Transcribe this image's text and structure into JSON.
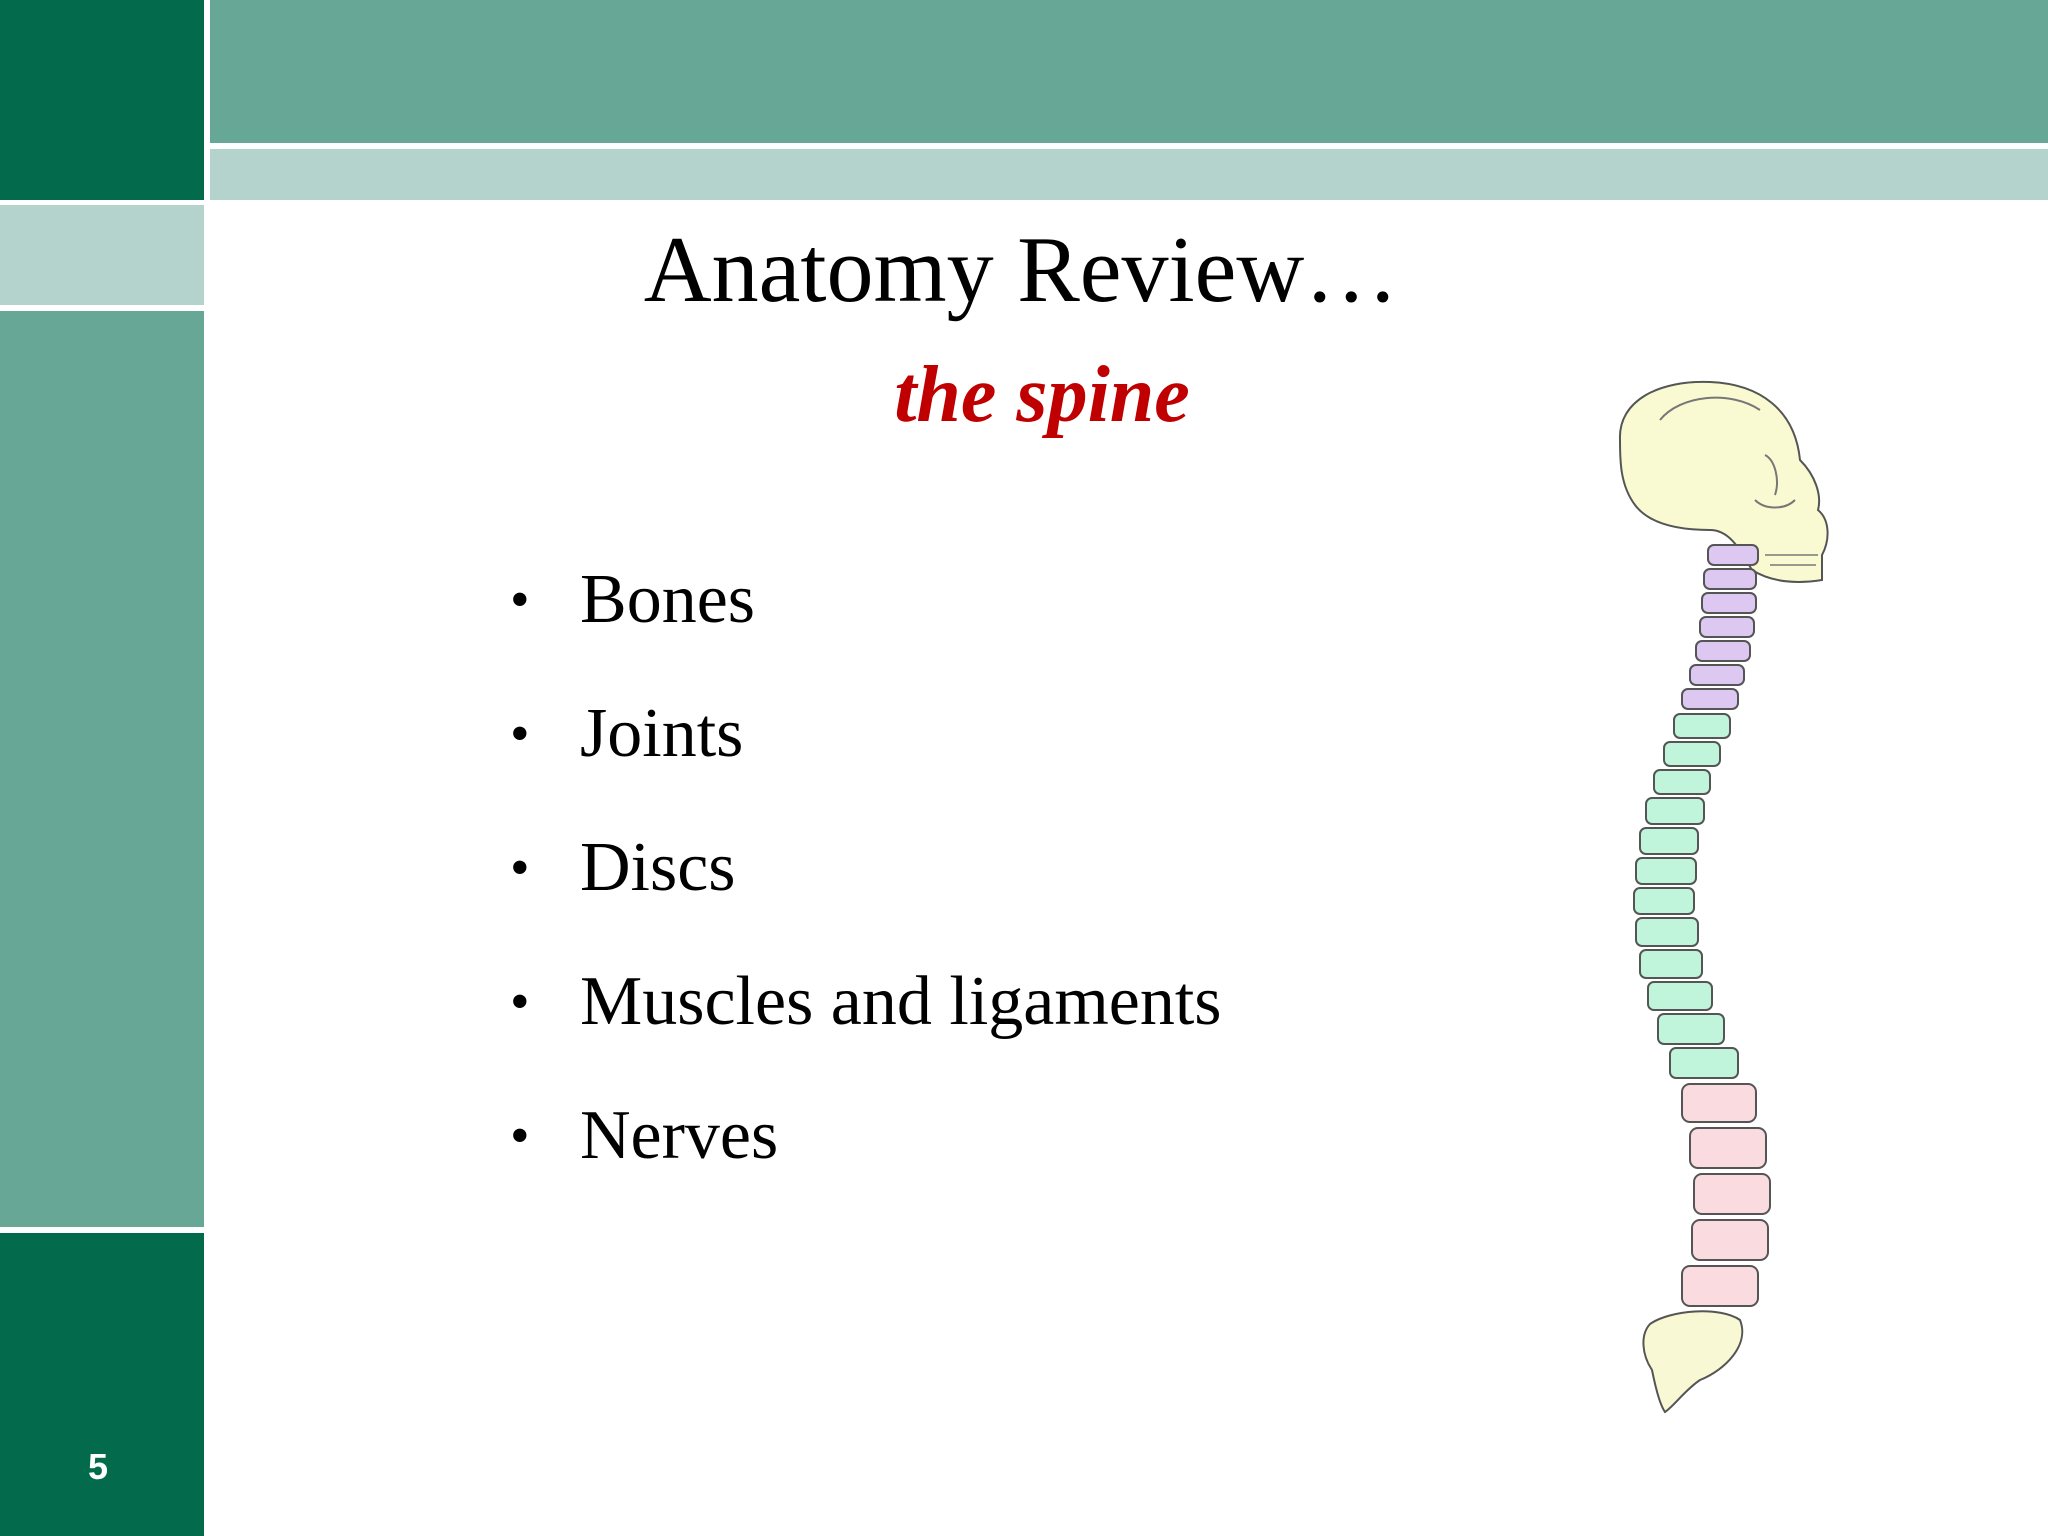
{
  "slide": {
    "title": "Anatomy Review…",
    "subtitle": "the spine",
    "bullet_symbol": "•",
    "bullets": [
      "Bones",
      "Joints",
      "Discs",
      "Muscles and ligaments",
      "Nerves"
    ],
    "page_number": "5"
  },
  "illustration": {
    "icon": "spine-skeleton-icon"
  },
  "colors": {
    "dark_green": "#036b4b",
    "mid_green": "#67a796",
    "light_green": "#b3d3cc",
    "subtitle_red": "#c00000",
    "skull": "#fafad2",
    "cervical": "#dcc8f0",
    "thoracic": "#c0f5dc",
    "lumbar": "#fadbe0",
    "sacrum": "#f8f8d4"
  }
}
